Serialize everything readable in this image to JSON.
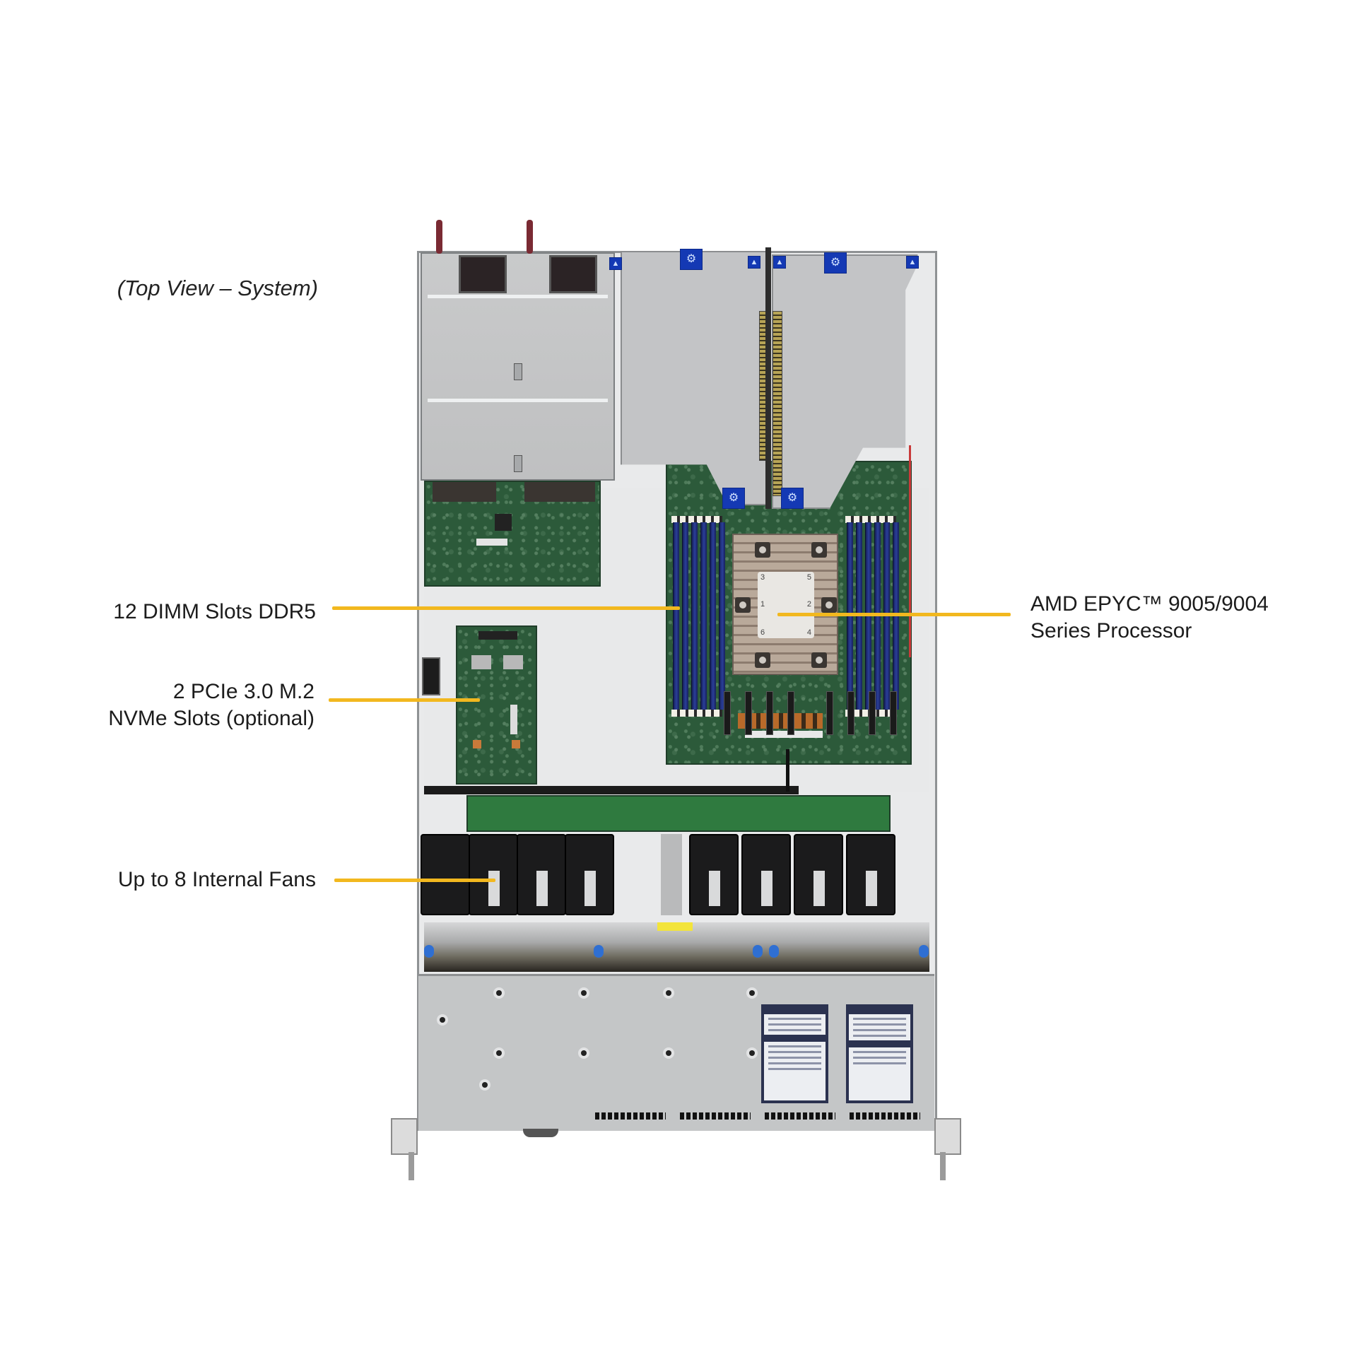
{
  "title": "(Top View – System)",
  "callouts": [
    {
      "id": "dimm",
      "lines": [
        "12 DIMM Slots DDR5"
      ],
      "side": "left"
    },
    {
      "id": "m2",
      "lines": [
        "2 PCIe 3.0 M.2",
        "NVMe Slots (optional)"
      ],
      "side": "left"
    },
    {
      "id": "fans",
      "lines": [
        "Up to 8 Internal Fans"
      ],
      "side": "left"
    },
    {
      "id": "cpu",
      "lines": [
        "AMD EPYC™ 9005/9004",
        "Series Processor"
      ],
      "side": "right"
    }
  ],
  "colors": {
    "callout_line": "#f2b81f",
    "chassis": "#e9eaeb",
    "pcb": "#2c5a3a",
    "badge": "#1439b4"
  },
  "heatsink_label": {
    "corner_numbers": [
      "3",
      "5",
      "1",
      "2",
      "6",
      "4"
    ]
  },
  "fan_count": 8,
  "dimm_slot_count": 12
}
